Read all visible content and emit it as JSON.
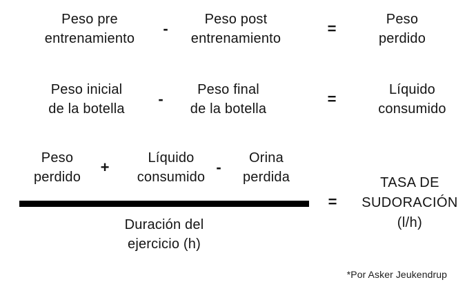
{
  "colors": {
    "background": "#ffffff",
    "text": "#141414",
    "fraction_bar": "#000000"
  },
  "row1": {
    "term1": [
      "Peso pre",
      "entrenamiento"
    ],
    "minus": "-",
    "term2": [
      "Peso post",
      "entrenamiento"
    ],
    "equals": "=",
    "result": [
      "Peso",
      "perdido"
    ]
  },
  "row2": {
    "term1": [
      "Peso inicial",
      "de la botella"
    ],
    "minus": "-",
    "term2": [
      "Peso final",
      "de la botella"
    ],
    "equals": "=",
    "result": [
      "Líquido",
      "consumido"
    ]
  },
  "row3": {
    "numerator": {
      "term1": [
        "Peso",
        "perdido"
      ],
      "plus": "+",
      "term2": [
        "Líquido",
        "consumido"
      ],
      "minus": "-",
      "term3": [
        "Orina",
        "perdida"
      ]
    },
    "denominator": [
      "Duración del",
      "ejercicio (h)"
    ],
    "equals": "=",
    "result": [
      "TASA DE",
      "SUDORACIÓN",
      "(l/h)"
    ]
  },
  "footer": {
    "attribution": "*Por Asker Jeukendrup"
  }
}
